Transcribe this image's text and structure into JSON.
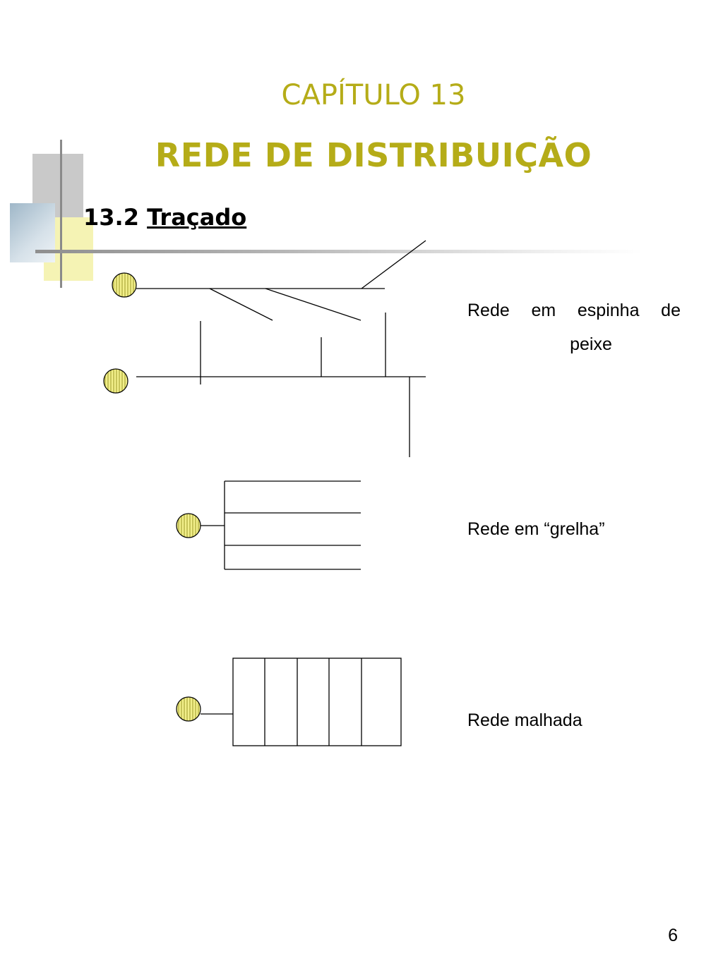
{
  "header": {
    "chapter": "CAPÍTULO 13",
    "title": "REDE DE DISTRIBUIÇÃO",
    "section_number": "13.2",
    "section_title": "Traçado"
  },
  "diagrams": [
    {
      "id": "fishbone",
      "label_line1": "Rede  em  espinha  de",
      "label_line2": "peixe"
    },
    {
      "id": "grid",
      "label": "Rede em “grelha”"
    },
    {
      "id": "mesh",
      "label": "Rede malhada"
    }
  ],
  "colors": {
    "accent": "#b5ac18",
    "node_fill": "#f2ef8a",
    "node_stripe": "#9c9a2a"
  },
  "footer": {
    "page_number": "6"
  }
}
